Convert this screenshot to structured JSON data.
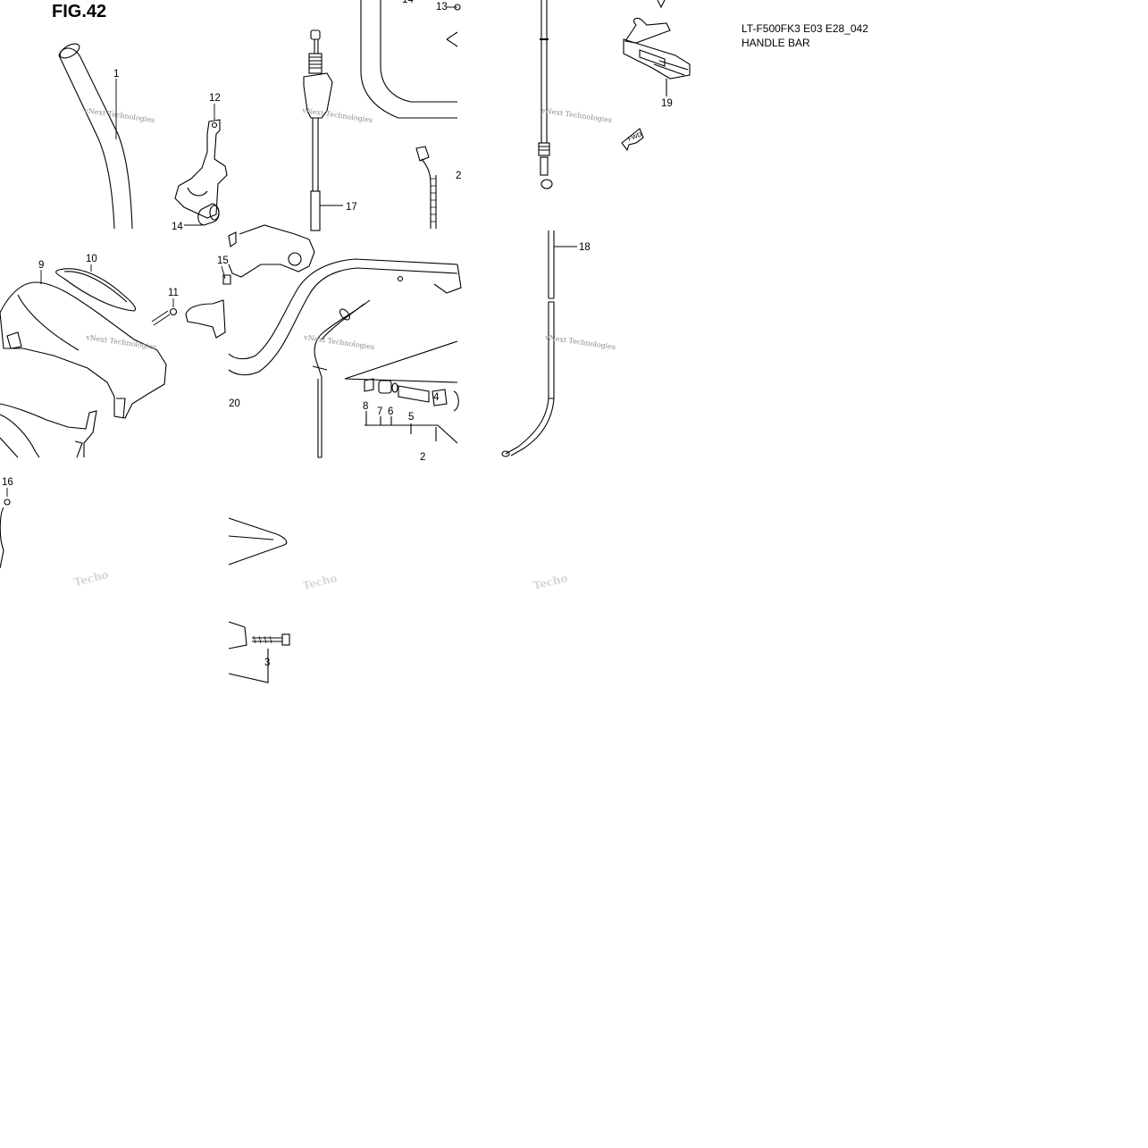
{
  "figure": {
    "title": "FIG.42",
    "model_code": "LT-F500FK3 E03 E28_042",
    "section_name": "HANDLE BAR"
  },
  "callouts": [
    {
      "id": "c1",
      "label": "1"
    },
    {
      "id": "c2",
      "label": "2"
    },
    {
      "id": "c2b",
      "label": "2"
    },
    {
      "id": "c3",
      "label": "3"
    },
    {
      "id": "c4",
      "label": "4"
    },
    {
      "id": "c5",
      "label": "5"
    },
    {
      "id": "c6",
      "label": "6"
    },
    {
      "id": "c7",
      "label": "7"
    },
    {
      "id": "c8",
      "label": "8"
    },
    {
      "id": "c9",
      "label": "9"
    },
    {
      "id": "c10",
      "label": "10"
    },
    {
      "id": "c11",
      "label": "11"
    },
    {
      "id": "c12",
      "label": "12"
    },
    {
      "id": "c13",
      "label": "13"
    },
    {
      "id": "c14",
      "label": "14"
    },
    {
      "id": "c14b",
      "label": "14"
    },
    {
      "id": "c15",
      "label": "15"
    },
    {
      "id": "c16",
      "label": "16"
    },
    {
      "id": "c17",
      "label": "17"
    },
    {
      "id": "c18",
      "label": "18"
    },
    {
      "id": "c19",
      "label": "19"
    },
    {
      "id": "c20",
      "label": "20"
    }
  ],
  "direction_marker": {
    "label": "FWD",
    "icon": "fwd-arrow-icon"
  },
  "watermark": {
    "text": "vNext Technologies",
    "shadow": "Techo"
  }
}
